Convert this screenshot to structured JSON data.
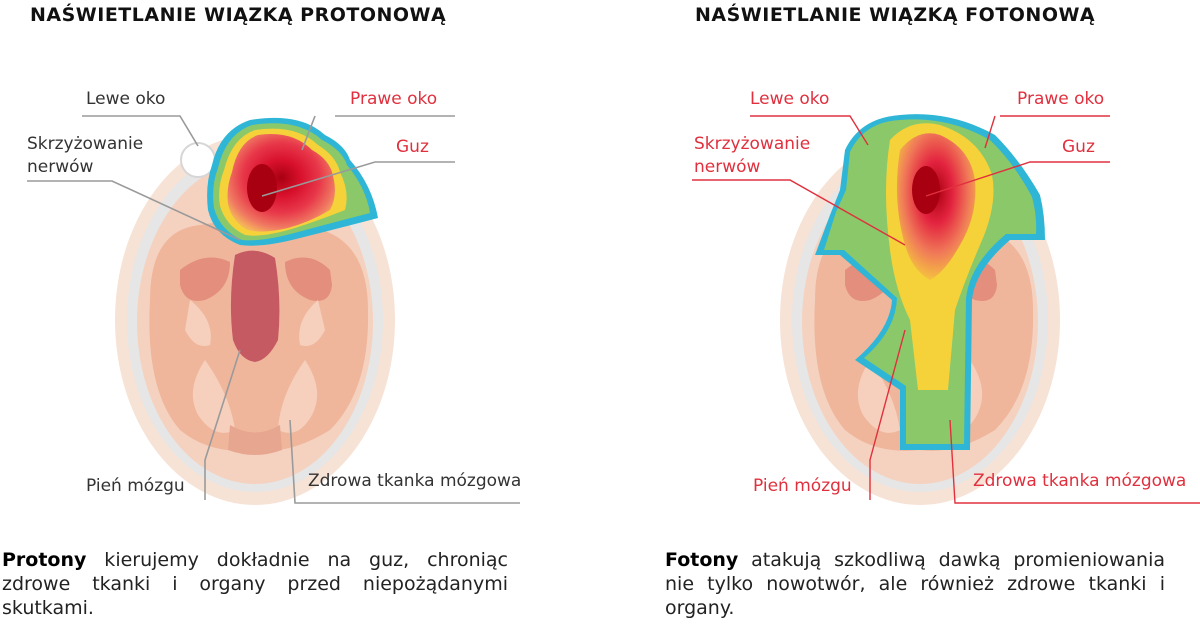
{
  "left": {
    "title": "NAŚWIETLANIE WIĄZKĄ PROTONOWĄ",
    "labels": {
      "left_eye": "Lewe oko",
      "right_eye": "Prawe oko",
      "chiasm_line1": "Skrzyżowanie",
      "chiasm_line2": "nerwów",
      "tumor": "Guz",
      "brainstem": "Pień mózgu",
      "healthy_tissue": "Zdrowa tkanka mózgowa"
    },
    "description_bold": "Protony",
    "description_rest": " kierujemy dokładnie na guz, chroniąc zdrowe tkanki i organy przed niepożądanymi skutkami."
  },
  "right": {
    "title": "NAŚWIETLANIE WIĄZKĄ FOTONOWĄ",
    "labels": {
      "left_eye": "Lewe oko",
      "right_eye": "Prawe oko",
      "chiasm_line1": "Skrzyżowanie",
      "chiasm_line2": "nerwów",
      "tumor": "Guz",
      "brainstem": "Pień mózgu",
      "healthy_tissue": "Zdrowa tkanka mózgowa"
    },
    "description_bold": "Fotony",
    "description_rest": " atakują szkodliwą dawką promieniowania nie tylko nowotwór, ale również zdrowe tkanki i organy."
  },
  "colors": {
    "skull_outer": "#f6ddd0",
    "skull_rim": "#e3e3e3",
    "brain": "#f3c3a9",
    "brain_fold": "#e59080",
    "brainstem": "#c65a63",
    "tumor_core": "#a80010",
    "tumor_red": "#e3233f",
    "dose_yellow": "#f5d23a",
    "dose_green": "#8ac86a",
    "dose_cyan": "#2fb6d6",
    "label_red": "#e0303e",
    "leader_gray": "#9a9a9a"
  }
}
